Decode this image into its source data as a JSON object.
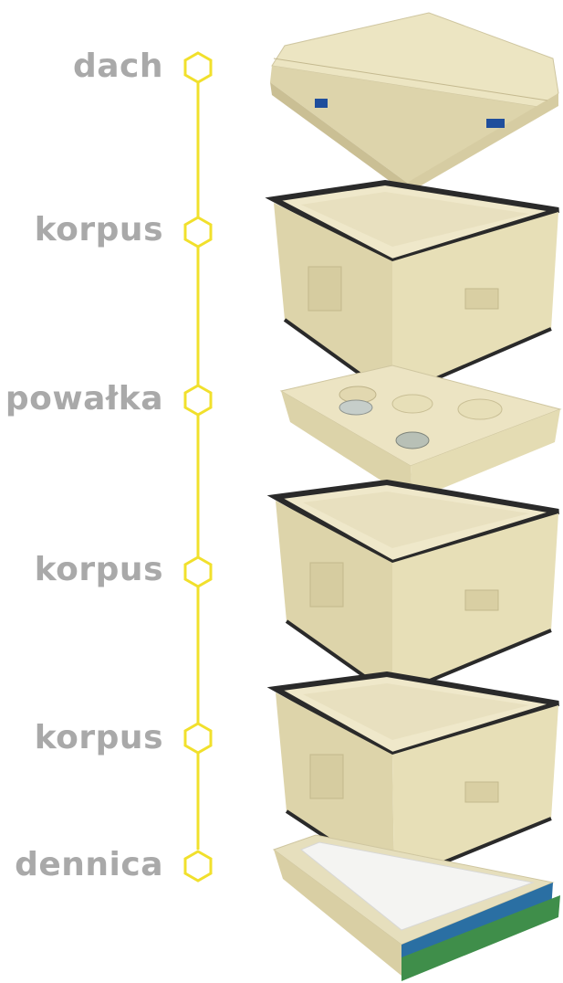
{
  "title": "",
  "accent_color": "#f1e02c",
  "label_color": "#a9a9a9",
  "parts": [
    {
      "label": "dach",
      "type": "roof"
    },
    {
      "label": "korpus",
      "type": "body"
    },
    {
      "label": "powałka",
      "type": "inner-cover"
    },
    {
      "label": "korpus",
      "type": "body"
    },
    {
      "label": "korpus",
      "type": "body"
    },
    {
      "label": "dennica",
      "type": "bottom-board"
    }
  ]
}
